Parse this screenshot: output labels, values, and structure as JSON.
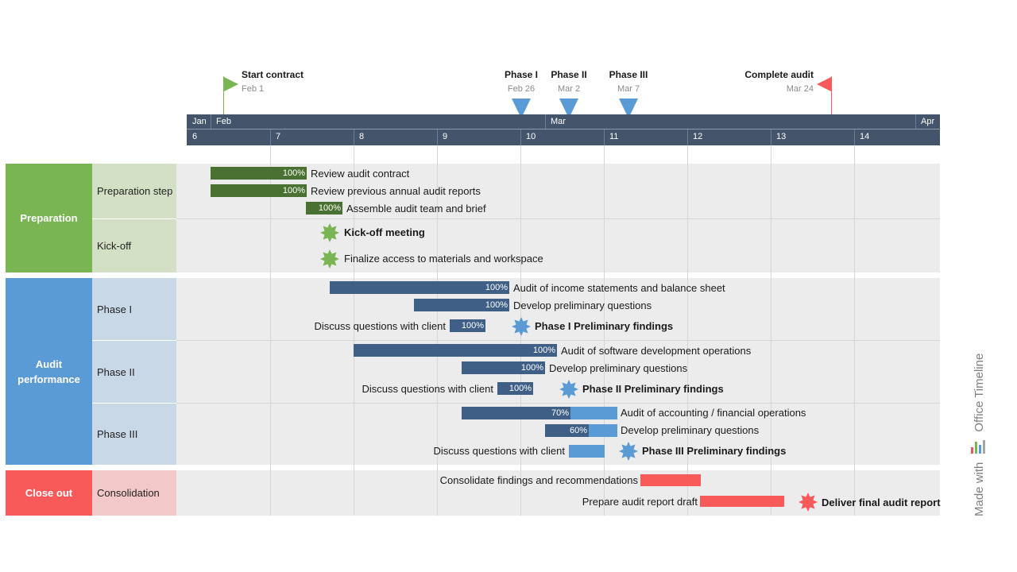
{
  "colors": {
    "axis": "#44546a",
    "preparation": "#7ab554",
    "preparation_light": "#d4e0c6",
    "preparation_bar": "#4a7131",
    "audit": "#5b9bd5",
    "audit_light": "#c9d8e7",
    "audit_bar": "#3f5f86",
    "audit_bar_remaining": "#5b9bd5",
    "closeout": "#f85a5a",
    "closeout_light": "#f3c8c8",
    "band": "#ececec"
  },
  "milestones": [
    {
      "title": "Start contract",
      "date": "Feb 1",
      "icon": "green-flag-icon"
    },
    {
      "title": "Phase I",
      "date": "Feb 26",
      "icon": "blue-triangle-icon"
    },
    {
      "title": "Phase II",
      "date": "Mar 2",
      "icon": "blue-triangle-icon"
    },
    {
      "title": "Phase III",
      "date": "Mar 7",
      "icon": "blue-triangle-icon"
    },
    {
      "title": "Complete audit",
      "date": "Mar 24",
      "icon": "red-flag-icon"
    }
  ],
  "months": [
    "Jan",
    "Feb",
    "Mar",
    "Apr"
  ],
  "weeks": [
    "6",
    "7",
    "8",
    "9",
    "10",
    "11",
    "12",
    "13",
    "14"
  ],
  "groups": [
    {
      "label": "Preparation",
      "subgroups": [
        "Preparation step",
        "Kick-off"
      ]
    },
    {
      "label": "Audit performance",
      "subgroups": [
        "Phase I",
        "Phase II",
        "Phase III"
      ]
    },
    {
      "label": "Close out",
      "subgroups": [
        "Consolidation"
      ]
    }
  ],
  "tasks": {
    "t1": {
      "label": "Review audit contract",
      "pct": "100%"
    },
    "t2": {
      "label": "Review previous annual audit reports",
      "pct": "100%"
    },
    "t3": {
      "label": "Assemble audit team and brief",
      "pct": "100%"
    },
    "m1": {
      "label": "Kick-off meeting",
      "icon": "green-star-icon"
    },
    "m2": {
      "label": "Finalize access to materials and workspace",
      "icon": "green-star-icon"
    },
    "t4": {
      "label": "Audit of income statements and balance sheet",
      "pct": "100%"
    },
    "t5": {
      "label": "Develop preliminary questions",
      "pct": "100%"
    },
    "t6": {
      "label": "Discuss questions with client",
      "pct": "100%"
    },
    "m3": {
      "label": "Phase I Preliminary findings",
      "icon": "blue-star-icon"
    },
    "t7": {
      "label": "Audit of software development operations",
      "pct": "100%"
    },
    "t8": {
      "label": "Develop preliminary questions",
      "pct": "100%"
    },
    "t9": {
      "label": "Discuss questions with client",
      "pct": "100%"
    },
    "m4": {
      "label": "Phase II Preliminary findings",
      "icon": "blue-star-icon"
    },
    "t10": {
      "label": "Audit of accounting / financial operations",
      "pct": "70%",
      "progress": 0.7
    },
    "t11": {
      "label": "Develop preliminary questions",
      "pct": "60%",
      "progress": 0.6
    },
    "t12": {
      "label": "Discuss questions with client",
      "progress": 0
    },
    "m5": {
      "label": "Phase III Preliminary findings",
      "icon": "blue-star-icon"
    },
    "t13": {
      "label": "Consolidate findings and recommendations"
    },
    "t14": {
      "label": "Prepare audit report draft"
    },
    "m6": {
      "label": "Deliver final audit report",
      "icon": "red-star-icon"
    }
  },
  "watermark": {
    "prefix": "Made with",
    "brand": "Office Timeline",
    "icon": "office-timeline-logo-icon"
  }
}
